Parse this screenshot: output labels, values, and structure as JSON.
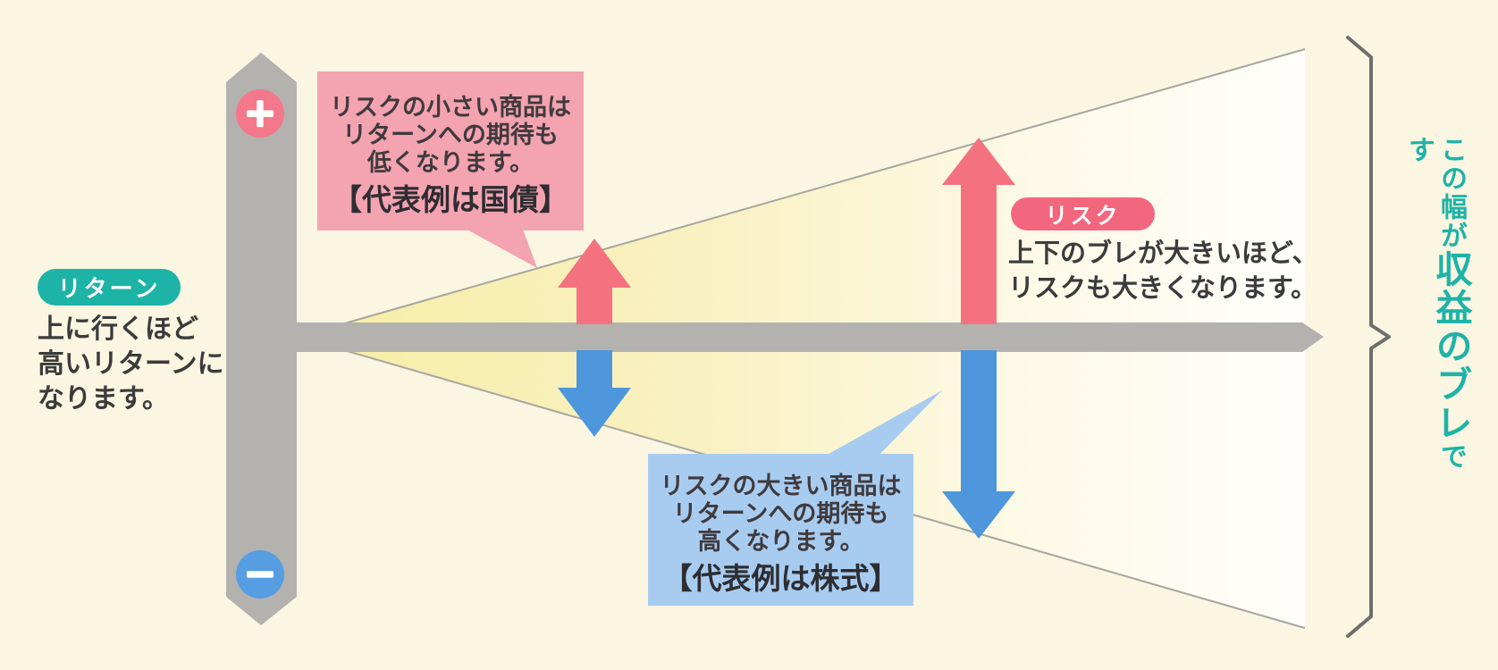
{
  "diagram_title_implied": "リスクとリターンの関係図",
  "colors": {
    "background": "#faf6e2",
    "axis_gray": "#b3b2af",
    "cone_yellow": "#f7eda8",
    "cone_edge": "#a6a6a0",
    "teal_accent": "#1eb3a7",
    "pink_strong": "#f3677e",
    "pink_arrow": "#f4727f",
    "pink_light": "#f4a3b0",
    "blue_arrow": "#4e97dc",
    "blue_light": "#a8ccf0",
    "brace_gray": "#6e6e6c",
    "text_dark": "#3b3b3b"
  },
  "icons": {
    "positive": "plus-icon",
    "negative": "minus-icon"
  },
  "return_label": {
    "badge": "リターン",
    "lines": [
      "上に行くほど",
      "高いリターンに",
      "なります。"
    ]
  },
  "low_risk_callout": {
    "lines": [
      "リスクの小さい商品は",
      "リターンへの期待も",
      "低くなります。"
    ],
    "example": "【代表例は国債】"
  },
  "risk_label": {
    "badge": "リスク",
    "lines": [
      "上下のブレが大きいほど、",
      "リスクも大きくなります。"
    ]
  },
  "high_risk_callout": {
    "lines": [
      "リスクの大きい商品は",
      "リターンへの期待も",
      "高くなります。"
    ],
    "example": "【代表例は株式】"
  },
  "brace_caption": {
    "prefix": "この幅が",
    "emphasis": "収益のブレ",
    "suffix": "です"
  }
}
